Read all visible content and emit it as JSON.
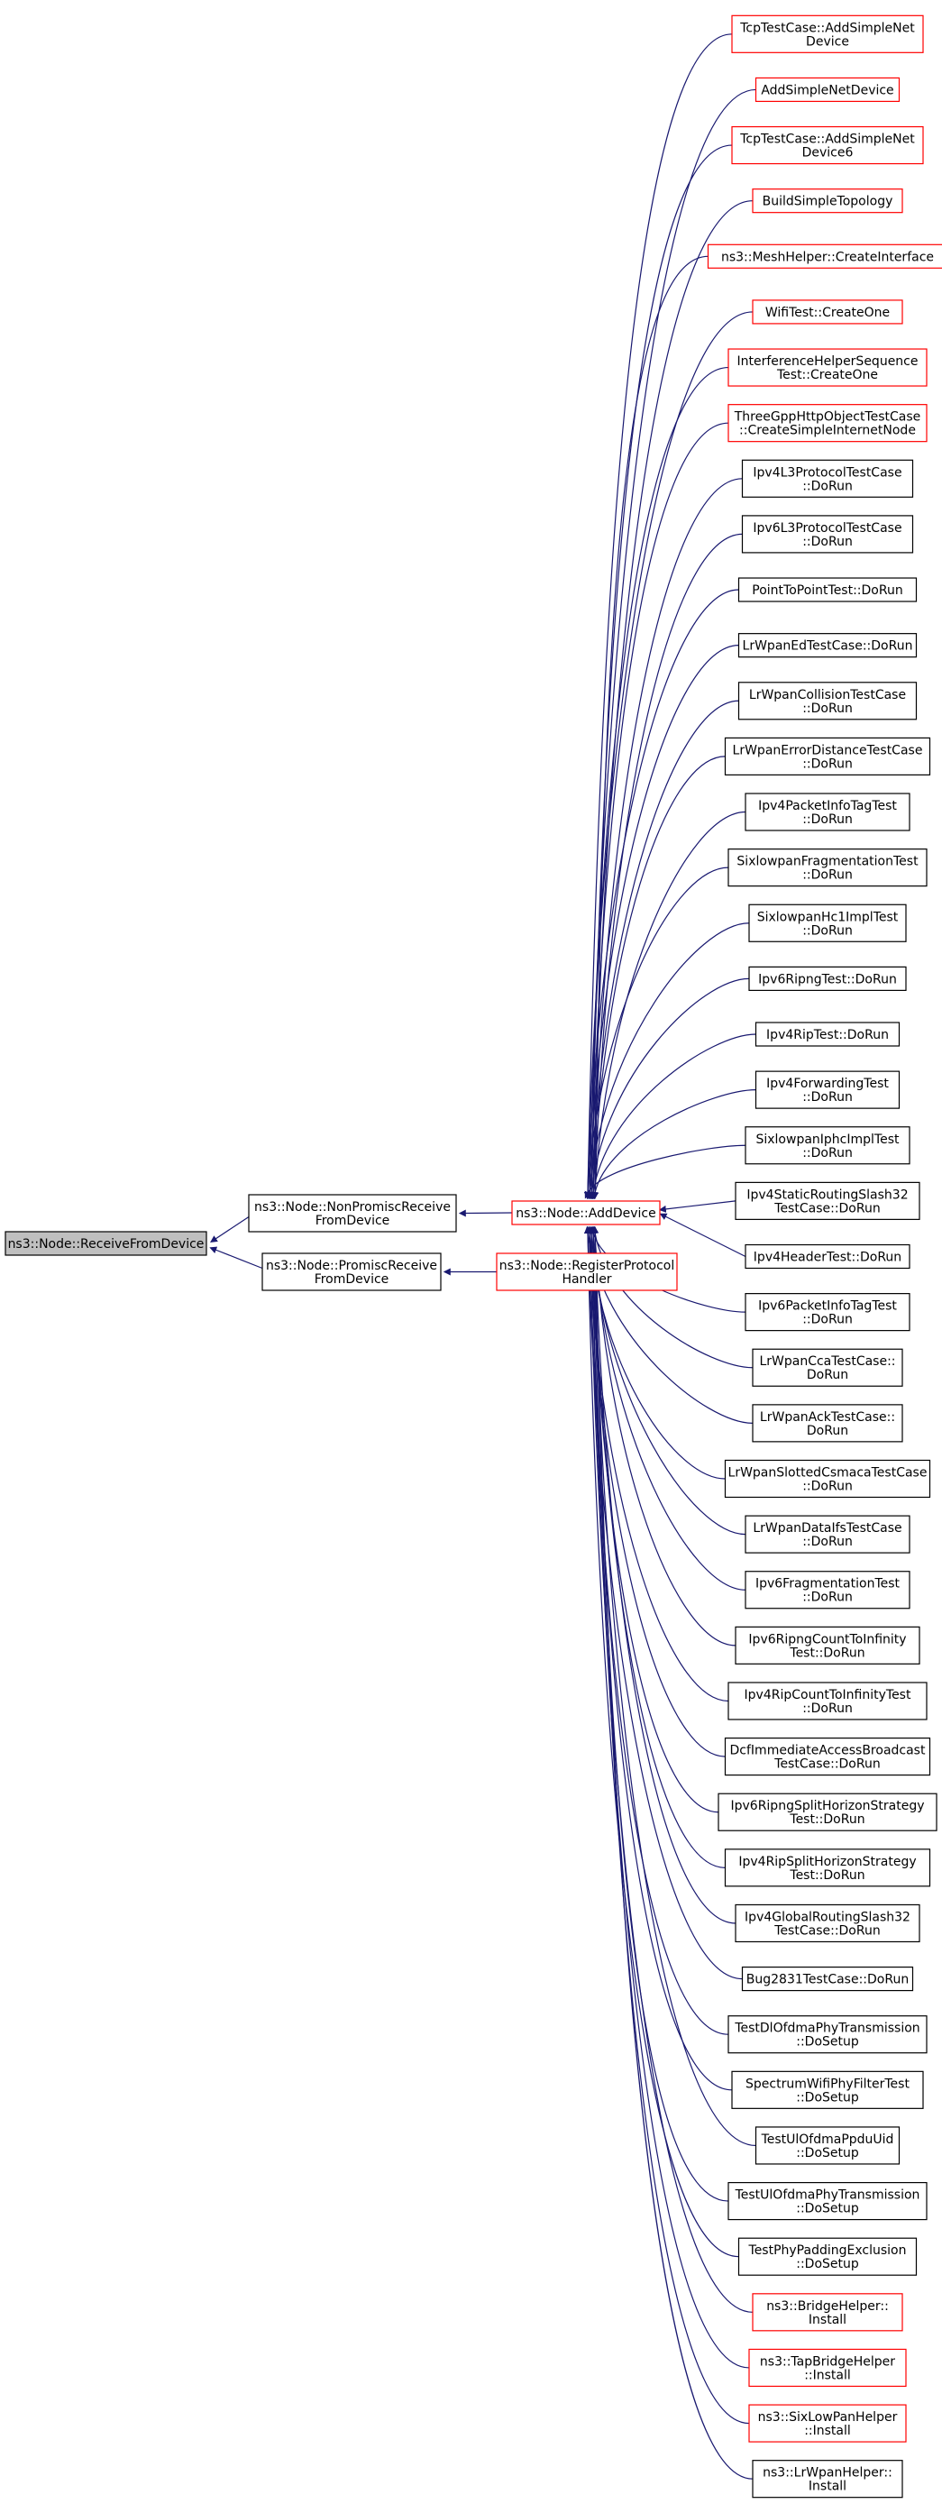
{
  "colors": {
    "edge": "#191970",
    "box_black": "#000000",
    "box_red": "#ff0000",
    "root_fill": "#bfbfbf",
    "node_fill": "#ffffff",
    "text": "#000000"
  },
  "nodes": {
    "root": {
      "lines": [
        "ns3::Node::ReceiveFromDevice"
      ],
      "border": "black",
      "fill": "gray"
    },
    "nonpromisc": {
      "lines": [
        "ns3::Node::NonPromiscReceive",
        "FromDevice"
      ],
      "border": "black"
    },
    "promisc": {
      "lines": [
        "ns3::Node::PromiscReceive",
        "FromDevice"
      ],
      "border": "black"
    },
    "adddevice": {
      "lines": [
        "ns3::Node::AddDevice"
      ],
      "border": "red"
    },
    "registerhandler": {
      "lines": [
        "ns3::Node::RegisterProtocol",
        "Handler"
      ],
      "border": "red"
    }
  },
  "callers": [
    {
      "lines": [
        "TcpTestCase::AddSimpleNet",
        "Device"
      ],
      "border": "red"
    },
    {
      "lines": [
        "AddSimpleNetDevice"
      ],
      "border": "red"
    },
    {
      "lines": [
        "TcpTestCase::AddSimpleNet",
        "Device6"
      ],
      "border": "red"
    },
    {
      "lines": [
        "BuildSimpleTopology"
      ],
      "border": "red"
    },
    {
      "lines": [
        "ns3::MeshHelper::CreateInterface"
      ],
      "border": "red"
    },
    {
      "lines": [
        "WifiTest::CreateOne"
      ],
      "border": "red"
    },
    {
      "lines": [
        "InterferenceHelperSequence",
        "Test::CreateOne"
      ],
      "border": "red"
    },
    {
      "lines": [
        "ThreeGppHttpObjectTestCase",
        "::CreateSimpleInternetNode"
      ],
      "border": "red"
    },
    {
      "lines": [
        "Ipv4L3ProtocolTestCase",
        "::DoRun"
      ],
      "border": "black"
    },
    {
      "lines": [
        "Ipv6L3ProtocolTestCase",
        "::DoRun"
      ],
      "border": "black"
    },
    {
      "lines": [
        "PointToPointTest::DoRun"
      ],
      "border": "black"
    },
    {
      "lines": [
        "LrWpanEdTestCase::DoRun"
      ],
      "border": "black"
    },
    {
      "lines": [
        "LrWpanCollisionTestCase",
        "::DoRun"
      ],
      "border": "black"
    },
    {
      "lines": [
        "LrWpanErrorDistanceTestCase",
        "::DoRun"
      ],
      "border": "black"
    },
    {
      "lines": [
        "Ipv4PacketInfoTagTest",
        "::DoRun"
      ],
      "border": "black"
    },
    {
      "lines": [
        "SixlowpanFragmentationTest",
        "::DoRun"
      ],
      "border": "black"
    },
    {
      "lines": [
        "SixlowpanHc1ImplTest",
        "::DoRun"
      ],
      "border": "black"
    },
    {
      "lines": [
        "Ipv6RipngTest::DoRun"
      ],
      "border": "black"
    },
    {
      "lines": [
        "Ipv4RipTest::DoRun"
      ],
      "border": "black"
    },
    {
      "lines": [
        "Ipv4ForwardingTest",
        "::DoRun"
      ],
      "border": "black"
    },
    {
      "lines": [
        "SixlowpanIphcImplTest",
        "::DoRun"
      ],
      "border": "black"
    },
    {
      "lines": [
        "Ipv4StaticRoutingSlash32",
        "TestCase::DoRun"
      ],
      "border": "black"
    },
    {
      "lines": [
        "Ipv4HeaderTest::DoRun"
      ],
      "border": "black"
    },
    {
      "lines": [
        "Ipv6PacketInfoTagTest",
        "::DoRun"
      ],
      "border": "black"
    },
    {
      "lines": [
        "LrWpanCcaTestCase::",
        "DoRun"
      ],
      "border": "black"
    },
    {
      "lines": [
        "LrWpanAckTestCase::",
        "DoRun"
      ],
      "border": "black"
    },
    {
      "lines": [
        "LrWpanSlottedCsmacaTestCase",
        "::DoRun"
      ],
      "border": "black"
    },
    {
      "lines": [
        "LrWpanDataIfsTestCase",
        "::DoRun"
      ],
      "border": "black"
    },
    {
      "lines": [
        "Ipv6FragmentationTest",
        "::DoRun"
      ],
      "border": "black"
    },
    {
      "lines": [
        "Ipv6RipngCountToInfinity",
        "Test::DoRun"
      ],
      "border": "black"
    },
    {
      "lines": [
        "Ipv4RipCountToInfinityTest",
        "::DoRun"
      ],
      "border": "black"
    },
    {
      "lines": [
        "DcfImmediateAccessBroadcast",
        "TestCase::DoRun"
      ],
      "border": "black"
    },
    {
      "lines": [
        "Ipv6RipngSplitHorizonStrategy",
        "Test::DoRun"
      ],
      "border": "black"
    },
    {
      "lines": [
        "Ipv4RipSplitHorizonStrategy",
        "Test::DoRun"
      ],
      "border": "black"
    },
    {
      "lines": [
        "Ipv4GlobalRoutingSlash32",
        "TestCase::DoRun"
      ],
      "border": "black"
    },
    {
      "lines": [
        "Bug2831TestCase::DoRun"
      ],
      "border": "black"
    },
    {
      "lines": [
        "TestDlOfdmaPhyTransmission",
        "::DoSetup"
      ],
      "border": "black"
    },
    {
      "lines": [
        "SpectrumWifiPhyFilterTest",
        "::DoSetup"
      ],
      "border": "black"
    },
    {
      "lines": [
        "TestUlOfdmaPpduUid",
        "::DoSetup"
      ],
      "border": "black"
    },
    {
      "lines": [
        "TestUlOfdmaPhyTransmission",
        "::DoSetup"
      ],
      "border": "black"
    },
    {
      "lines": [
        "TestPhyPaddingExclusion",
        "::DoSetup"
      ],
      "border": "black"
    },
    {
      "lines": [
        "ns3::BridgeHelper::",
        "Install"
      ],
      "border": "red"
    },
    {
      "lines": [
        "ns3::TapBridgeHelper",
        "::Install"
      ],
      "border": "red"
    },
    {
      "lines": [
        "ns3::SixLowPanHelper",
        "::Install"
      ],
      "border": "red"
    },
    {
      "lines": [
        "ns3::LrWpanHelper::",
        "Install"
      ],
      "border": "black"
    }
  ]
}
